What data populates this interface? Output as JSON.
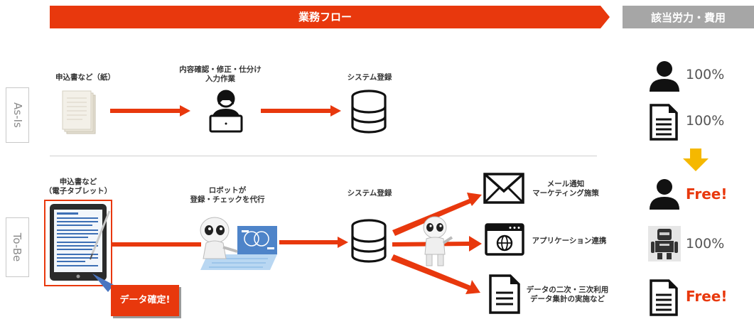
{
  "header": {
    "flow_title": "業務フロー",
    "cost_title": "該当労力・費用"
  },
  "rows": {
    "as_is": "As-Is",
    "to_be": "To-Be"
  },
  "as_is": {
    "step1": "申込書など（紙）",
    "step2_line1": "内容確認・修正・仕分け",
    "step2_line2": "入力作業",
    "step3": "システム登録"
  },
  "to_be": {
    "step1_line1": "申込書など",
    "step1_line2": "（電子タブレット）",
    "step2_line1": "ロボットが",
    "step2_line2": "登録・チェックを代行",
    "step3": "システム登録",
    "callout": "データ確定!",
    "out1_line1": "メール通知",
    "out1_line2": "マーケティング施策",
    "out2": "アプリケーション連携",
    "out3_line1": "データの二次・三次利用",
    "out3_line2": "データ集計の実施など"
  },
  "costs": [
    {
      "icon": "person-icon",
      "value": "100%"
    },
    {
      "icon": "document-icon",
      "value": "100%"
    },
    {
      "icon": "person-icon",
      "value": "Free!"
    },
    {
      "icon": "robot-icon",
      "value": "100%"
    },
    {
      "icon": "document-icon",
      "value": "Free!"
    }
  ],
  "colors": {
    "accent": "#e8380d",
    "gray": "#a6a6a6",
    "down_arrow": "#f5b800"
  }
}
